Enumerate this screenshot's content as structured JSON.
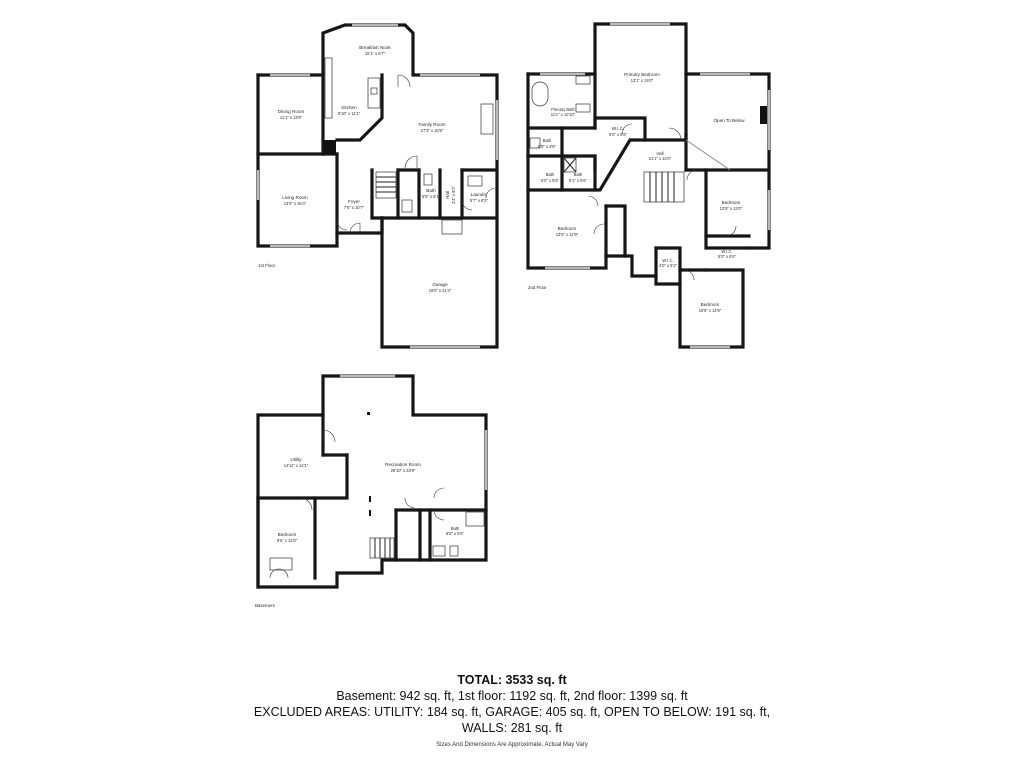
{
  "floors": {
    "first": "1st Floor",
    "second": "2nd Floor",
    "basement": "Basement"
  },
  "rooms": {
    "breakfast_nook": {
      "name": "Breakfast Nook",
      "dims": "15'1\" x 6'7\""
    },
    "dining_room": {
      "name": "Dining Room",
      "dims": "11'1\" x 13'8\""
    },
    "kitchen": {
      "name": "Kitchen",
      "dims": "9'10\" x 11'1\""
    },
    "family_room": {
      "name": "Family Room",
      "dims": "27'3\" x 16'5\""
    },
    "living_room": {
      "name": "Living Room",
      "dims": "13'0\" x 15'4\""
    },
    "foyer": {
      "name": "Foyer",
      "dims": "7'6\" x 10'7\""
    },
    "bath_1st": {
      "name": "Bath",
      "dims": "5'6\" x 6'1\""
    },
    "hall_1st": {
      "name": "Hall",
      "dims": "3'4\" x 9'2\""
    },
    "laundry": {
      "name": "Laundry",
      "dims": "5'7\" x 8'2\""
    },
    "garage": {
      "name": "Garage",
      "dims": "19'0\" x 21'4\""
    },
    "primary_bedroom": {
      "name": "Primary Bedroom",
      "dims": "13'1\" x 19'0\""
    },
    "primary_bath": {
      "name": "Primary Bath",
      "dims": "11'1\" x 10'10\""
    },
    "wic_primary": {
      "name": "W.I.C.",
      "dims": "8'0\" x 6'8\""
    },
    "open_to_below": {
      "name": "Open To Below",
      "dims": ""
    },
    "bath_2a": {
      "name": "Bath",
      "dims": "6'9\" x 3'8\""
    },
    "hall_2nd": {
      "name": "Hall",
      "dims": "21'1\" x 14'0\""
    },
    "bath_2b": {
      "name": "Bath",
      "dims": "5'0\" x 5'6\""
    },
    "bath_2c": {
      "name": "Bath",
      "dims": "5'1\" x 5'6\""
    },
    "bedroom_2nd_right": {
      "name": "Bedroom",
      "dims": "12'9\" x 13'0\""
    },
    "bedroom_2nd_left": {
      "name": "Bedroom",
      "dims": "13'0\" x 12'9\""
    },
    "wic_2": {
      "name": "W.I.C.",
      "dims": "4'0\" x 5'2\""
    },
    "wic_3": {
      "name": "W.I.C.",
      "dims": "5'0\" x 6'6\""
    },
    "bedroom_2nd_bottom": {
      "name": "Bedroom",
      "dims": "10'5\" x 14'6\""
    },
    "utility": {
      "name": "Utility",
      "dims": "14'11\" x 14'1\""
    },
    "recreation_room": {
      "name": "Recreation Room",
      "dims": "28'10\" x 33'9\""
    },
    "bedroom_bsmt": {
      "name": "Bedroom",
      "dims": "9'5\" x 12'6\""
    },
    "bath_bsmt": {
      "name": "Bath",
      "dims": "8'2\" x 5'6\""
    }
  },
  "summary": {
    "total": "TOTAL: 3533 sq. ft",
    "breakdown": "Basement: 942 sq. ft, 1st floor: 1192 sq. ft, 2nd floor: 1399 sq. ft",
    "excluded_1": "EXCLUDED AREAS: UTILITY: 184 sq. ft, GARAGE: 405 sq. ft, OPEN TO BELOW: 191 sq. ft,",
    "excluded_2": "WALLS: 281 sq. ft",
    "disclaimer": "Sizes And Dimensions Are Approximate, Actual May Vary"
  }
}
